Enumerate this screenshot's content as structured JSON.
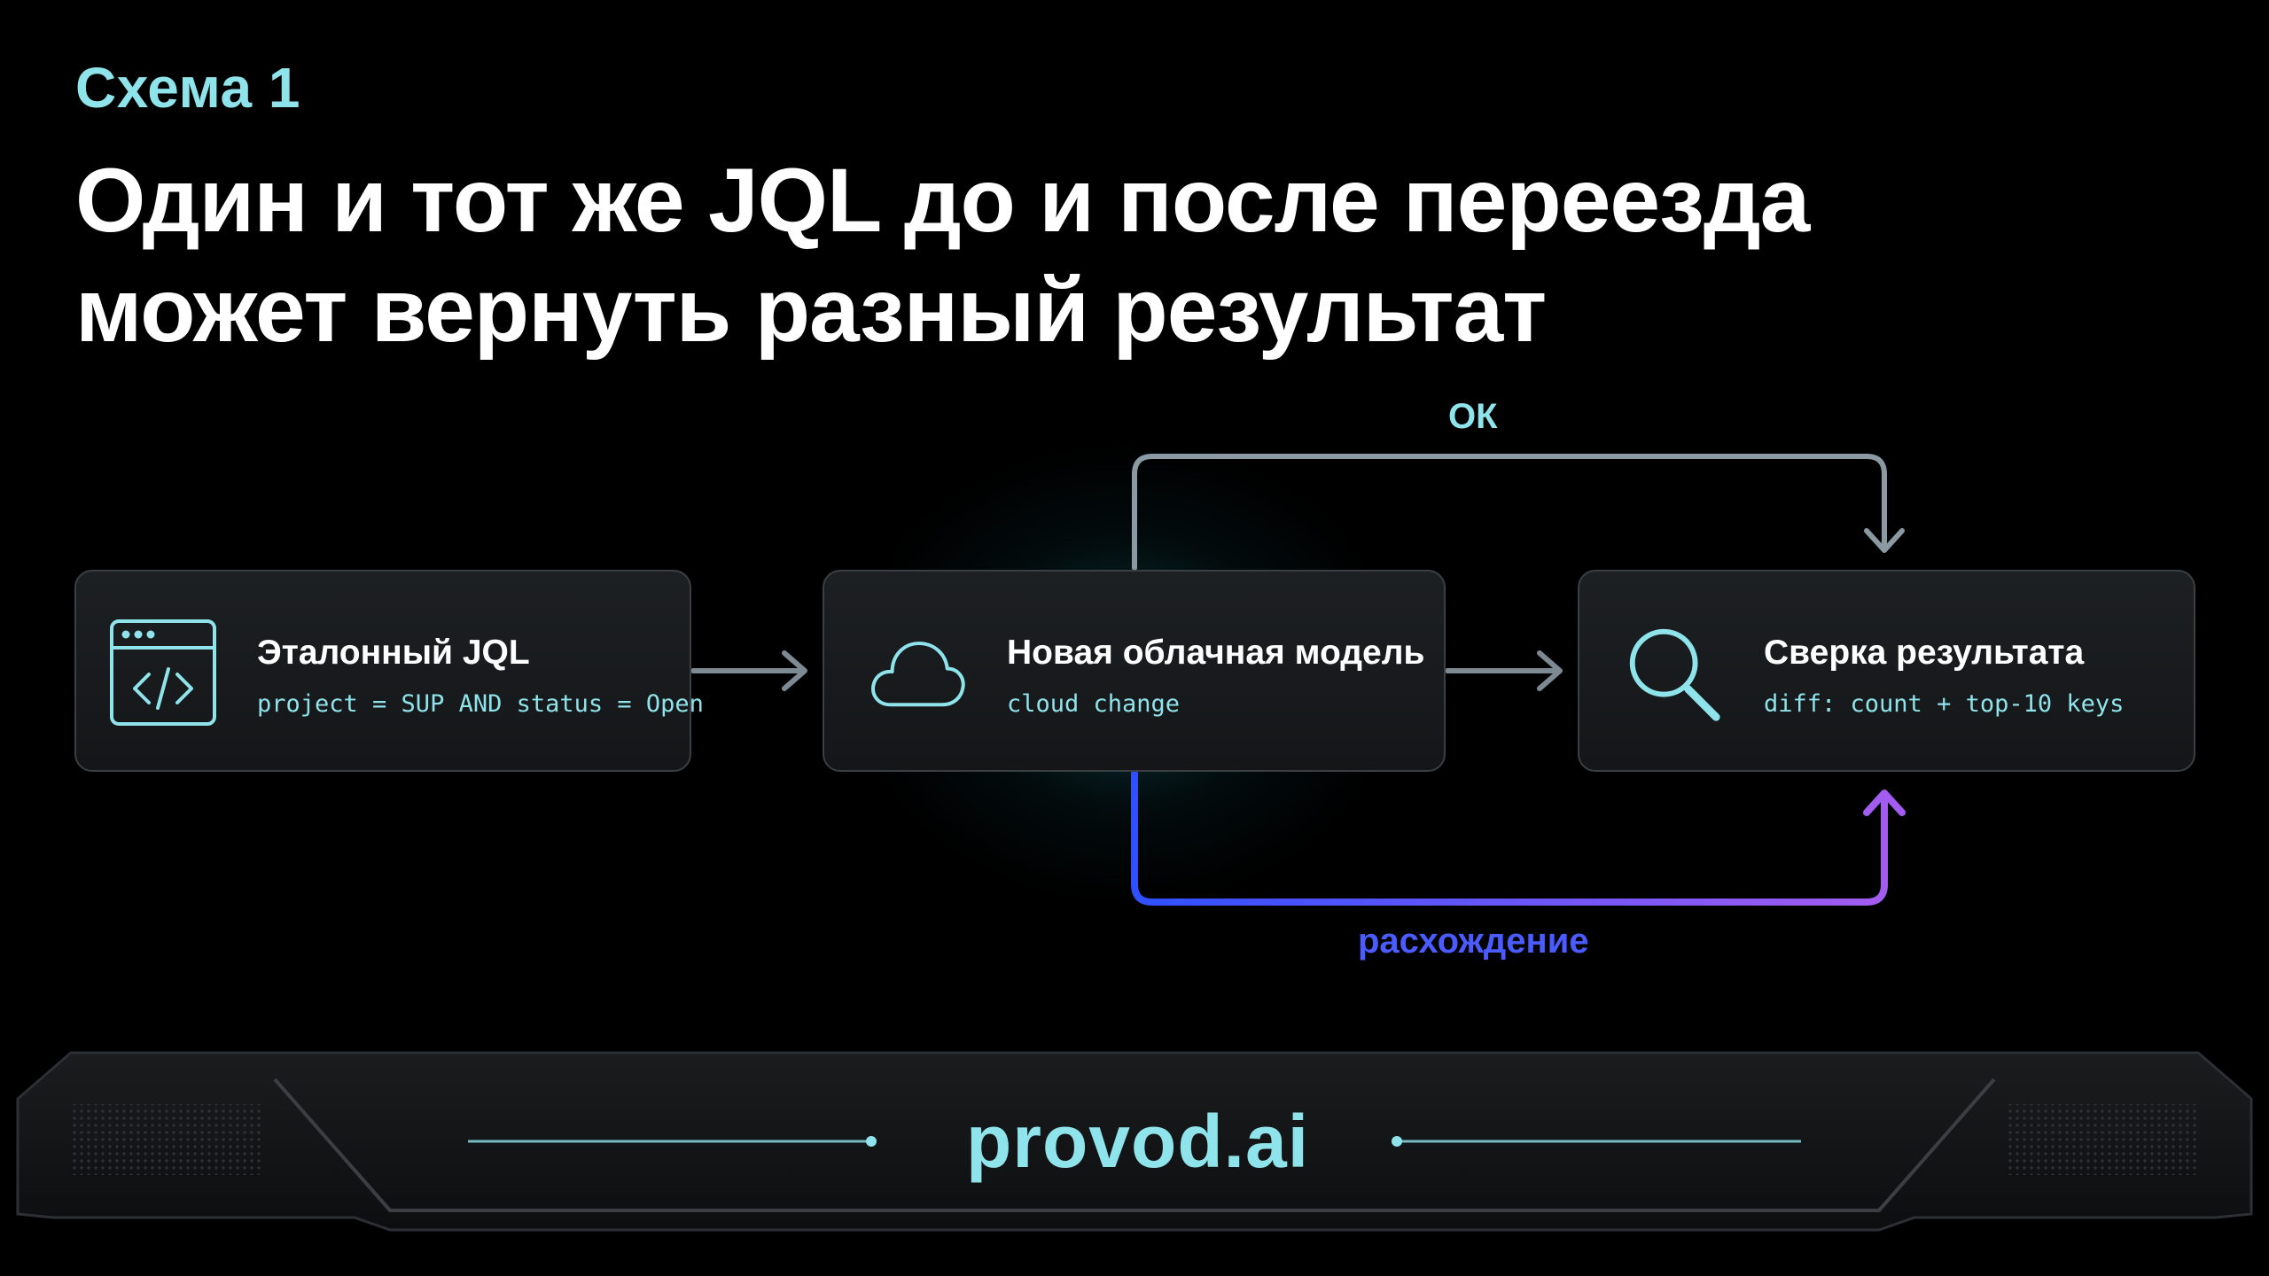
{
  "slide": {
    "eyebrow": "Схема 1",
    "title_line1": "Один и тот же JQL до и после переезда",
    "title_line2": "может вернуть разный результат"
  },
  "nodes": [
    {
      "title": "Эталонный JQL",
      "subtitle": "project = SUP AND status = Open",
      "icon": "code-window-icon"
    },
    {
      "title": "Новая облачная модель",
      "subtitle": "cloud change",
      "icon": "cloud-icon"
    },
    {
      "title": "Сверка результата",
      "subtitle": "diff: count + top-10 keys",
      "icon": "magnifier-icon"
    }
  ],
  "edges": {
    "ok_label": "ОК",
    "divergence_label": "расхождение"
  },
  "footer": {
    "brand": "provod.ai"
  },
  "colors": {
    "accent": "#8fe3ea",
    "arrow": "#7d8a94",
    "divergence_start": "#2f50ff",
    "divergence_end": "#a45cf0"
  }
}
